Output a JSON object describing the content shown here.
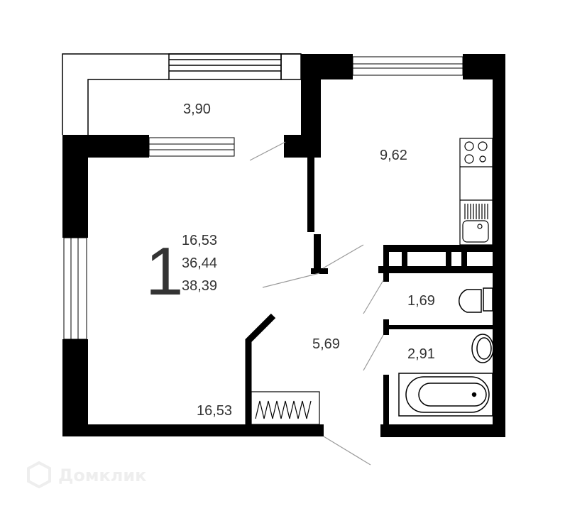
{
  "plan": {
    "rooms_count": "1",
    "summary": {
      "living_area": "16,53",
      "living_space": "36,44",
      "total_area": "38,39"
    },
    "rooms": {
      "balcony": "3,90",
      "kitchen": "9,62",
      "living_room": "16,53",
      "hallway": "5,69",
      "toilet": "1,69",
      "bathroom": "2,91"
    }
  },
  "watermark": "Домклик",
  "colors": {
    "wall": "#000000",
    "line": "#999999",
    "text": "#333333"
  }
}
